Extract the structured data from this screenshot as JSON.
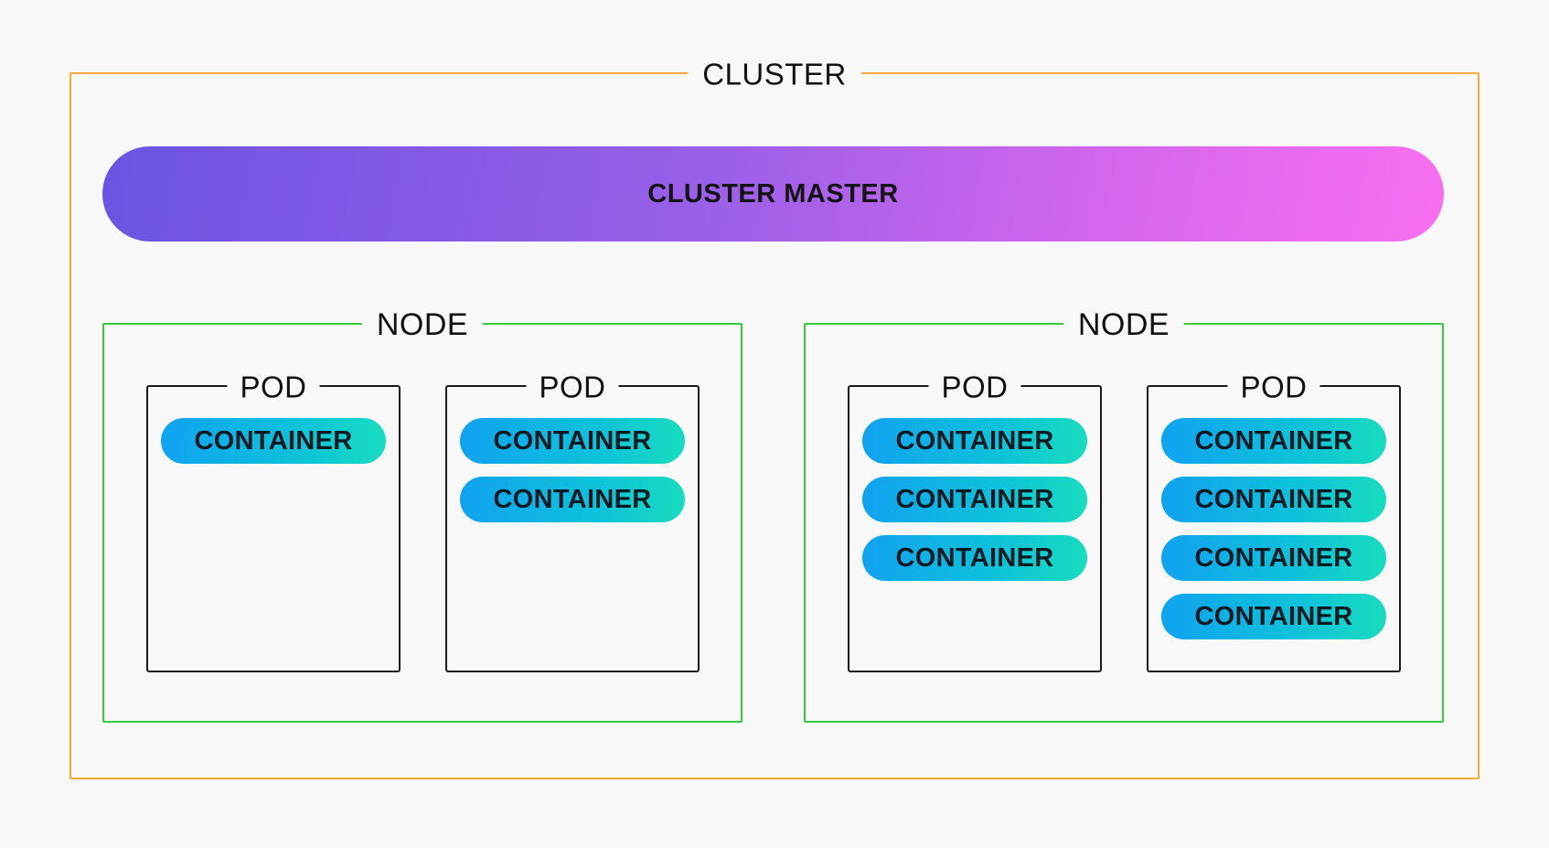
{
  "cluster": {
    "label": "CLUSTER",
    "master_label": "CLUSTER MASTER",
    "nodes": [
      {
        "label": "NODE",
        "pods": [
          {
            "label": "POD",
            "containers": [
              "CONTAINER"
            ]
          },
          {
            "label": "POD",
            "containers": [
              "CONTAINER",
              "CONTAINER"
            ]
          }
        ]
      },
      {
        "label": "NODE",
        "pods": [
          {
            "label": "POD",
            "containers": [
              "CONTAINER",
              "CONTAINER",
              "CONTAINER"
            ]
          },
          {
            "label": "POD",
            "containers": [
              "CONTAINER",
              "CONTAINER",
              "CONTAINER",
              "CONTAINER"
            ]
          }
        ]
      }
    ]
  },
  "colors": {
    "cluster_border": "#f6a938",
    "node_border": "#33cc3a",
    "pod_border": "#1a1a1a",
    "master_gradient": [
      "#6b54e2",
      "#f96ff0"
    ],
    "container_gradient": [
      "#10a2f0",
      "#17dcbf"
    ]
  }
}
